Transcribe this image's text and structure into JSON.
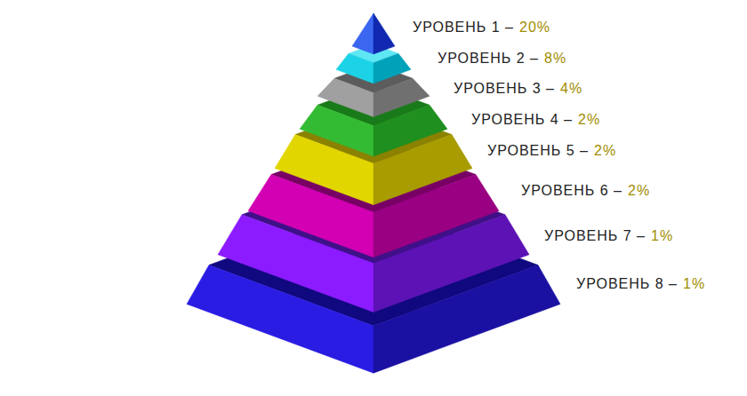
{
  "diagram": {
    "nodes": [
      {
        "text": [
          "УРОВЕНЬ 1 –",
          "20%"
        ]
      },
      {
        "text": [
          "УРОВЕНЬ 2 –",
          "8%"
        ]
      },
      {
        "text": [
          "УРОВЕНЬ 3 –",
          "4%"
        ]
      },
      {
        "text": [
          "УРОВЕНЬ 4 –",
          "2%"
        ]
      },
      {
        "text": [
          "УРОВЕНЬ 5 –",
          "2%"
        ]
      },
      {
        "text": [
          "УРОВЕНЬ 6 –",
          "2%"
        ]
      },
      {
        "text": [
          "УРОВЕНЬ 7 –",
          "1%"
        ]
      },
      {
        "text": [
          "УРОВЕНЬ 8 –",
          "1%"
        ]
      }
    ]
  }
}
